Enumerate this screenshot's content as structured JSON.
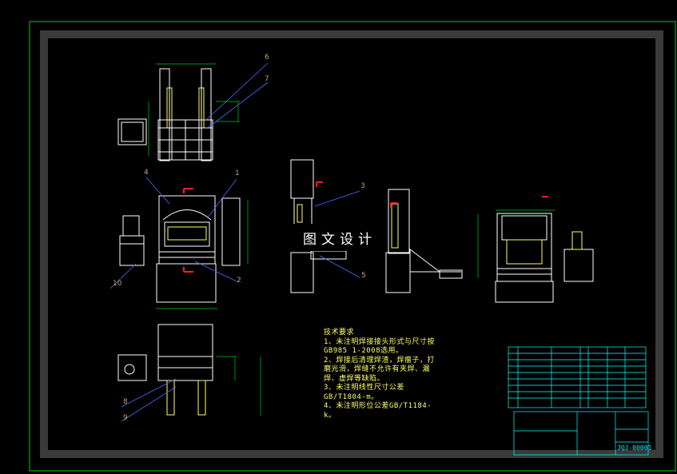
{
  "watermark": "图文设计",
  "technical_notes": {
    "title": "技术要求",
    "items": [
      "1、未注明焊接接头形式与尺寸按GB985 1-2008选用。",
      "2、焊接后清理焊渣，焊瘤子，打磨光滑，焊缝不允许有夹焊、漏焊、虚焊等缺陷。",
      "3、未注明线性尺寸公差GB/T1804-m。",
      "4、未注明形位公差GB/T1184-k。"
    ]
  },
  "part_labels": [
    "1",
    "2",
    "3",
    "4",
    "5",
    "6",
    "7",
    "8",
    "9",
    "10"
  ],
  "title_block": {
    "drawing_number": "JQJ-00001"
  },
  "colors": {
    "background": "#000000",
    "outer_border": "#00cc00",
    "frame": "#3a3a3a",
    "geometry": "#ffffff",
    "leaders": "#4d6cff",
    "labels": "#c8a070",
    "dimensions": "#00cc00",
    "red_marks": "#ff2020",
    "yellow": "#ffff66",
    "cyan": "#00ffff"
  }
}
